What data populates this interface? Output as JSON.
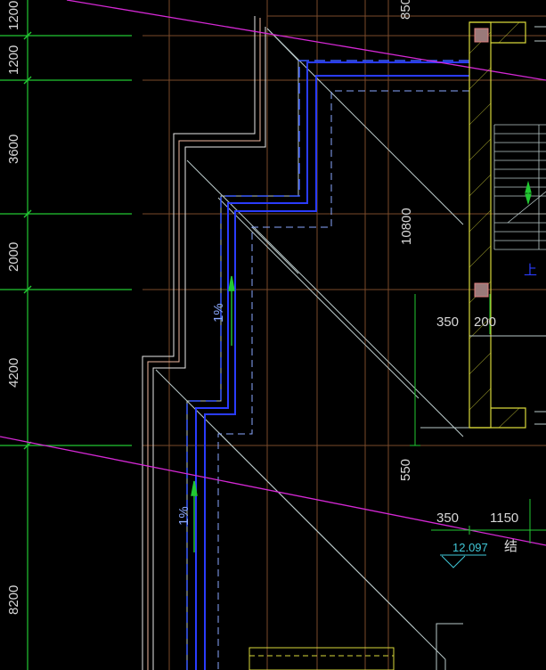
{
  "colors": {
    "background": "#000000",
    "axis_green": "#22c832",
    "grid_tan": "#7a4a2a",
    "outline_white": "#e8e8e8",
    "magenta": "#d428d4",
    "blue": "#2a3cff",
    "blue_light": "#8aa8ff",
    "yellow": "#d8d83a",
    "pink": "#f0b8a0",
    "cyan": "#40c8d8",
    "gray_line": "#b8c8c8"
  },
  "dimensions": {
    "left_axis": [
      "1200",
      "1200",
      "3600",
      "2000",
      "4200",
      "8200"
    ],
    "top_partial": "850",
    "vertical_overall": "10800",
    "right_350_upper": "350",
    "right_200": "200",
    "mid_550": "550",
    "lower_350": "350",
    "lower_1150": "1150"
  },
  "annotations": {
    "slope_upper": "1%",
    "slope_lower": "1%",
    "elevation": "12.097",
    "up_label": "上",
    "note_char": "结"
  }
}
